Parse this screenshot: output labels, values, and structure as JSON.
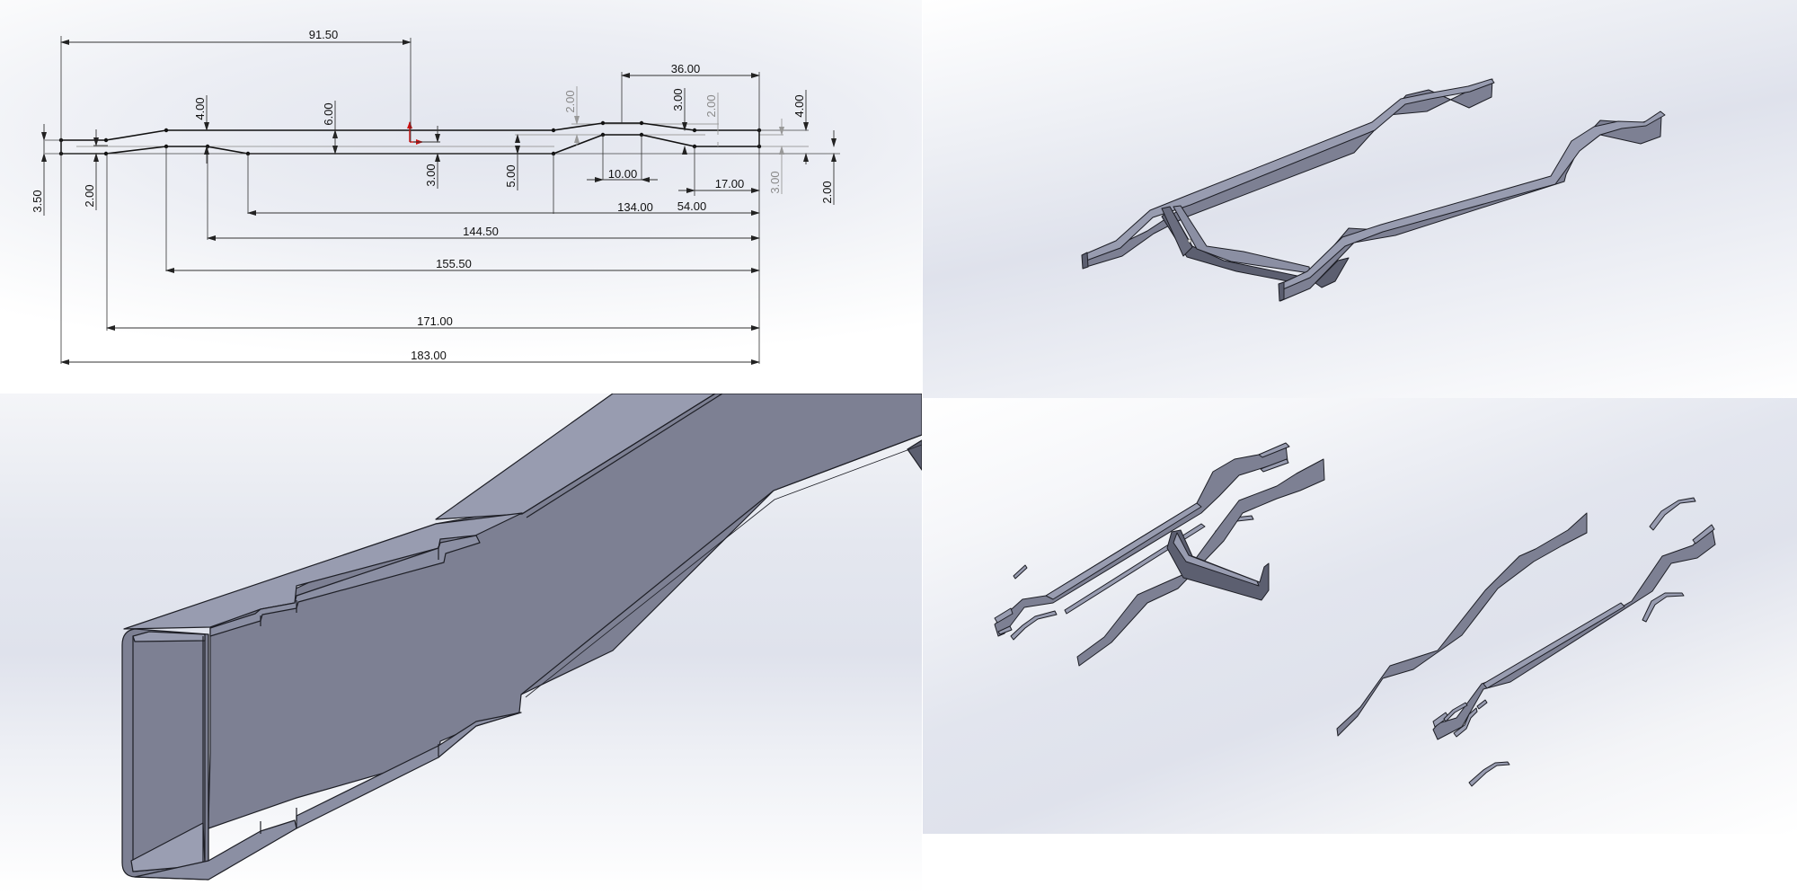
{
  "layout": {
    "panels": [
      "2D sketch with dimensions",
      "close-up of box section",
      "assembled frame isometric",
      "exploded frame parts"
    ]
  },
  "sketch": {
    "dimensions": {
      "top_91_50": "91.50",
      "top_36_00": "36.00",
      "v_4_00_left": "4.00",
      "v_6_00": "6.00",
      "v_3_50": "3.50",
      "v_2_00_left": "2.00",
      "v_3_00_mid": "3.00",
      "v_5_00": "5.00",
      "v_2_00_grey_a": "2.00",
      "v_3_00_right": "3.00",
      "v_2_00_grey_b": "2.00",
      "v_4_00_right": "4.00",
      "v_3_00_grey": "3.00",
      "v_2_00_right": "2.00",
      "h_10_00": "10.00",
      "h_17_00": "17.00",
      "h_134_00": "134.00",
      "h_54_00": "54.00",
      "h_144_50": "144.50",
      "h_155_50": "155.50",
      "h_171_00": "171.00",
      "h_183_00": "183.00"
    },
    "colors": {
      "line": "#111111",
      "construction": "#9a9a9a",
      "origin": "#d01010"
    }
  },
  "model": {
    "colors": {
      "face_light": "#989cb0",
      "face_mid": "#7d8093",
      "face_dark": "#5c5f70",
      "edge": "#1e1f26"
    }
  }
}
